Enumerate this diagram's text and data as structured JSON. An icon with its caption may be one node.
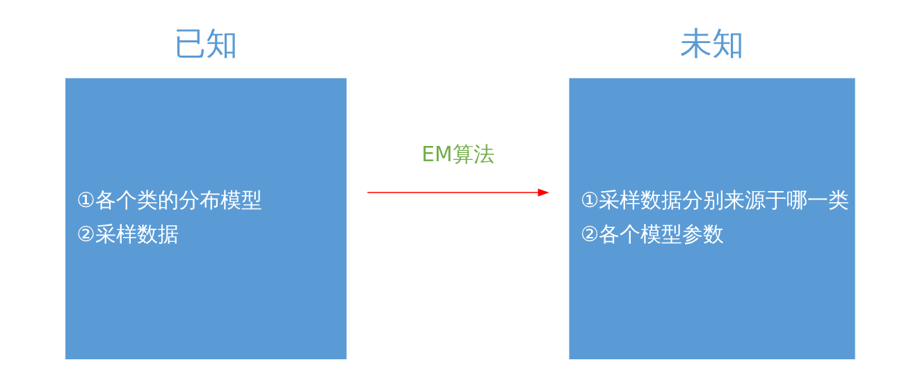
{
  "diagram": {
    "nodes": [
      {
        "text": [
          "已知",
          "①各个类的分布模型",
          "②采样数据"
        ]
      },
      {
        "text": [
          "未知",
          "①采样数据分别来源于哪一类",
          "②各个模型参数"
        ]
      }
    ],
    "edges": [
      {
        "from": 0,
        "to": 1,
        "arrow": "to",
        "label": "EM算法",
        "color": "#ff0000"
      }
    ]
  }
}
